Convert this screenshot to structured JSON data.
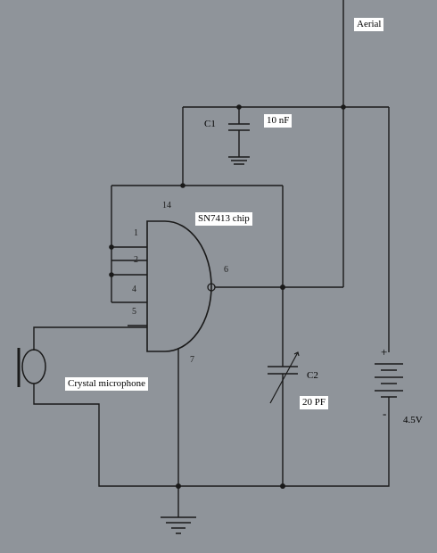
{
  "labels": {
    "aerial": "Aerial",
    "c1_name": "C1",
    "c1_value": "10 nF",
    "chip": "SN7413 chip",
    "c2_name": "C2",
    "c2_value": "20 PF",
    "microphone": "Crystal microphone",
    "battery": "4.5V",
    "battery_plus": "+",
    "battery_minus": "-"
  },
  "pins": {
    "p14": "14",
    "p1": "1",
    "p2": "2",
    "p4": "4",
    "p5": "5",
    "p6": "6",
    "p7": "7"
  },
  "colors": {
    "paper": "#8f949a",
    "ink": "#1a1a1a",
    "label_box": "#ffffff"
  }
}
